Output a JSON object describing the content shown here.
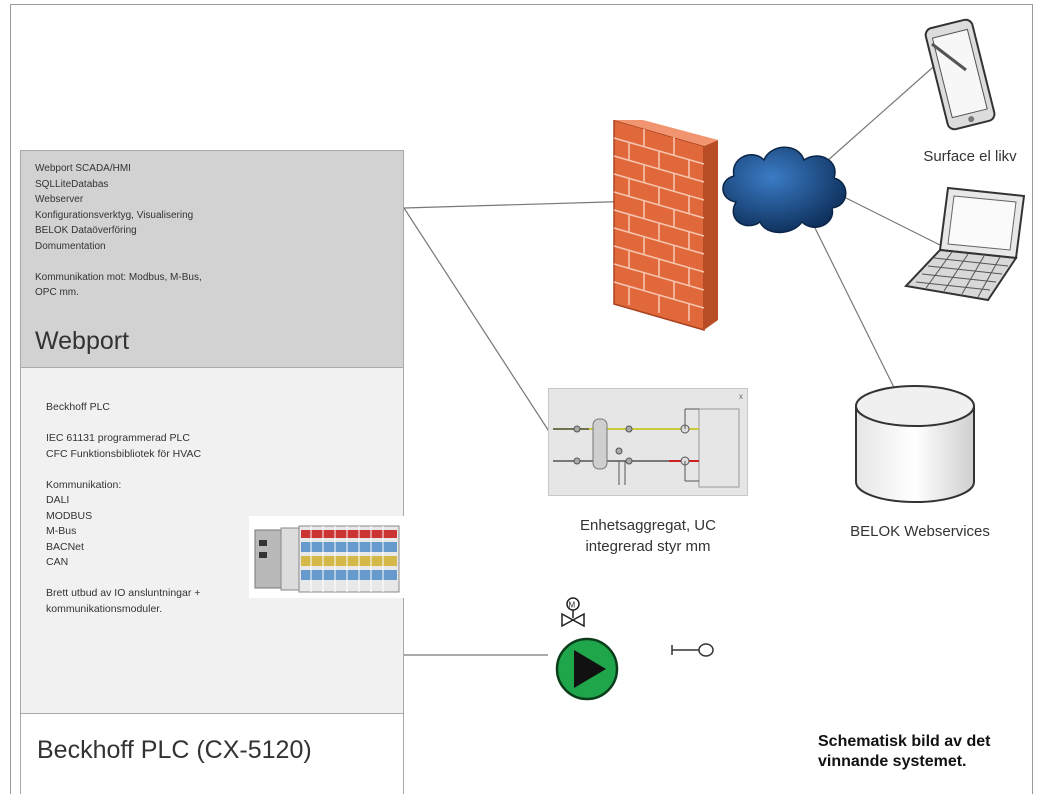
{
  "webport": {
    "lines": [
      "Webport SCADA/HMI",
      "SQLLiteDatabas",
      "Webserver",
      "Konfigurationsverktyg, Visualisering",
      "BELOK Dataöverföring",
      "Domumentation",
      "",
      "Kommunikation mot: Modbus, M-Bus,",
      "OPC mm."
    ],
    "title": "Webport"
  },
  "beckhoff": {
    "lines": [
      "Beckhoff PLC",
      "",
      "IEC 61131 programmerad PLC",
      "CFC Funktionsbibliotek för HVAC",
      "",
      "Kommunikation:",
      "DALI",
      "MODBUS",
      "M-Bus",
      "BACNet",
      "CAN",
      "",
      "Brett utbud av IO ansluntningar +",
      "kommunikationsmoduler."
    ],
    "title": "Beckhoff PLC (CX-5120)"
  },
  "labels": {
    "surface": "Surface el likv",
    "unit_line1": "Enhetsaggregat, UC",
    "unit_line2": "integrerad styr mm",
    "belok": "BELOK Webservices"
  },
  "caption": {
    "line1": "Schematisk bild av det",
    "line2": "vinnande systemet."
  },
  "colors": {
    "firewall_brick": "#e0683a",
    "cloud": "#1c4f86",
    "pump": "#1fa64a",
    "webport_bg": "#d2d2d2",
    "beckhoff_bg": "#f1f1f1"
  },
  "icons": [
    "firewall-icon",
    "cloud-icon",
    "tablet-icon",
    "laptop-icon",
    "database-icon",
    "valve-icon",
    "pump-icon",
    "sensor-icon",
    "plc-hardware-image",
    "hvac-schematic"
  ]
}
